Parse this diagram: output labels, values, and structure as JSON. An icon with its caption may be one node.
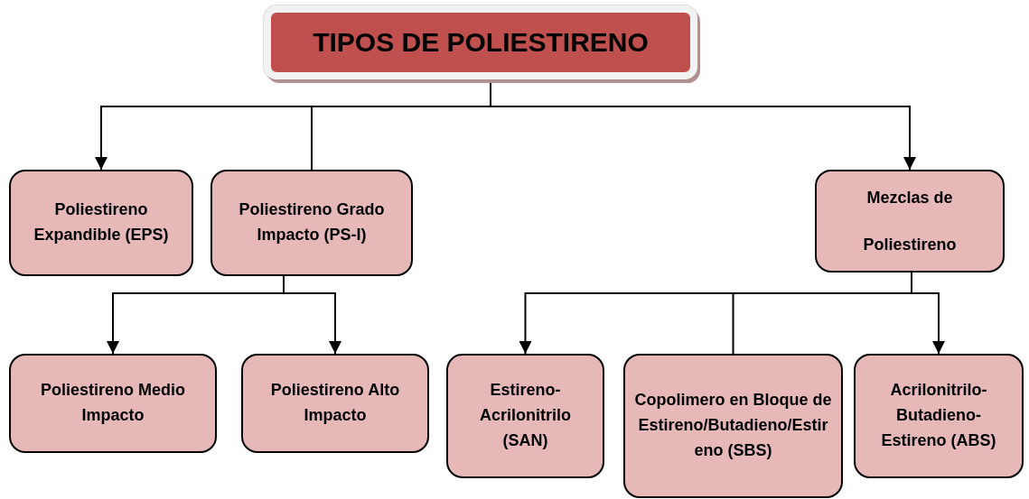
{
  "diagram": {
    "nodes": [
      {
        "text": [
          "TIPOS DE POLIESTIRENO"
        ]
      },
      {
        "text": [
          "Poliestireno Expandible (EPS)"
        ]
      },
      {
        "text": [
          "Poliestireno Grado Impacto (PS-I)"
        ]
      },
      {
        "text": [
          "Mezclas de Poliestireno"
        ]
      },
      {
        "text": [
          "Poliestireno Medio Impacto"
        ]
      },
      {
        "text": [
          "Poliestireno Alto Impacto"
        ]
      },
      {
        "text": [
          "Estireno-Acrilonitrilo (SAN)"
        ]
      },
      {
        "text": [
          "Copolimero en Bloque de Estireno/Butadieno/Estireno (SBS)"
        ]
      },
      {
        "text": [
          "Acrilonitrilo-Butadieno-Estireno (ABS)"
        ]
      }
    ],
    "edges": [
      {
        "from": 0,
        "to": 1,
        "arrow": "to"
      },
      {
        "from": 0,
        "to": 2,
        "arrow": "none"
      },
      {
        "from": 0,
        "to": 3,
        "arrow": "to"
      },
      {
        "from": 2,
        "to": 4,
        "arrow": "to"
      },
      {
        "from": 2,
        "to": 5,
        "arrow": "to"
      },
      {
        "from": 3,
        "to": 6,
        "arrow": "to"
      },
      {
        "from": 3,
        "to": 7,
        "arrow": "none"
      },
      {
        "from": 3,
        "to": 8,
        "arrow": "to"
      }
    ]
  }
}
